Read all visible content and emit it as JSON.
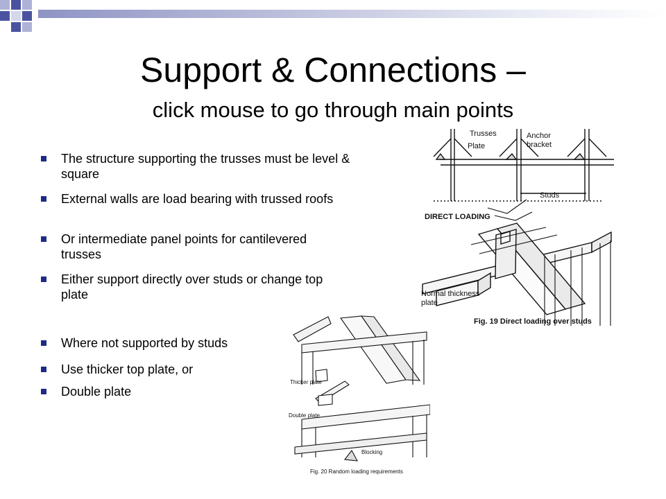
{
  "slide": {
    "title": "Support & Connections –",
    "subtitle": "click mouse to go through main points",
    "bullets": [
      "The structure supporting the trusses must be level & square",
      "External walls are load bearing with trussed roofs",
      "Or intermediate panel points for cantilevered trusses",
      "Either support directly over studs or change top plate",
      "Where not supported by studs",
      "Use thicker top plate, or",
      "Double plate"
    ]
  },
  "figure_19": {
    "labels": {
      "trusses": "Trusses",
      "plate": "Plate",
      "anchor_bracket_line1": "Anchor",
      "anchor_bracket_line2": "bracket",
      "studs": "Studs",
      "direct_loading": "DIRECT LOADING",
      "normal_thickness_line1": "Normal thickness",
      "normal_thickness_line2": "plate"
    },
    "caption": "Fig. 19  Direct loading over studs"
  },
  "figure_20": {
    "labels": {
      "thicker_plate": "Thicker plate",
      "double_plate": "Double plate",
      "blocking": "Blocking"
    },
    "caption": "Fig. 20  Random loading requirements"
  },
  "colors": {
    "bullet": "#1f2a83",
    "mosaic_dark": "#4b53a0",
    "mosaic_light": "#aeb2d6",
    "rule_start": "#8f94c4"
  },
  "icons": {
    "bullet": "square-bullet-icon",
    "decoration": "corner-mosaic-icon"
  }
}
